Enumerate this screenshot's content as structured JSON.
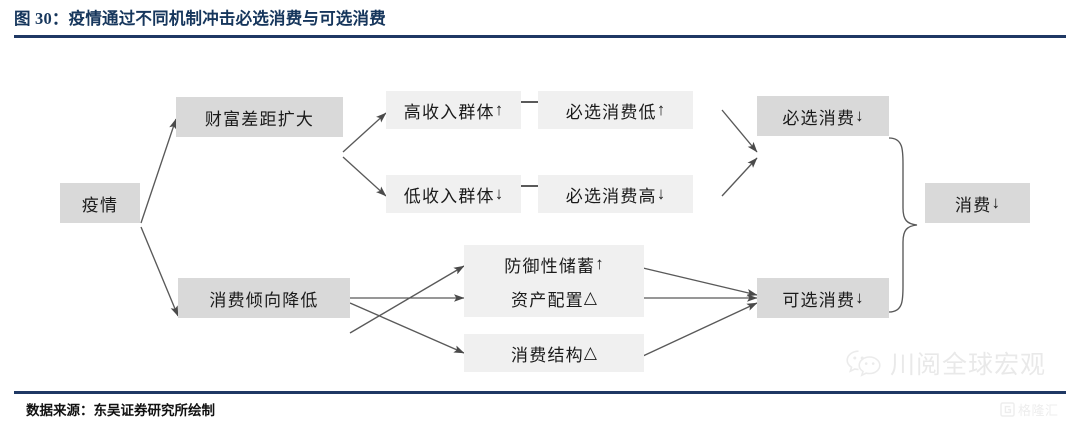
{
  "figure": {
    "title": "图 30：疫情通过不同机制冲击必选消费与可选消费",
    "source_note": "数据来源：东吴证券研究所绘制",
    "title_color": "#16365c",
    "rule_color": "#1f3864",
    "node_fill_dark": "#d9d9d9",
    "node_fill_light": "#f0f0f0",
    "edge_color": "#595959"
  },
  "nodes": {
    "epidemic": {
      "label": "疫情",
      "glyph": ""
    },
    "wealth_gap": {
      "label": "财富差距扩大",
      "glyph": ""
    },
    "high_income": {
      "label": "高收入群体",
      "glyph": "↑"
    },
    "low_income": {
      "label": "低收入群体",
      "glyph": "↓"
    },
    "essential_low": {
      "label": "必选消费低",
      "glyph": "↑"
    },
    "essential_high": {
      "label": "必选消费高",
      "glyph": "↓"
    },
    "essential_total": {
      "label": "必选消费",
      "glyph": "↓"
    },
    "propensity_down": {
      "label": "消费倾向降低",
      "glyph": ""
    },
    "precautionary_saving": {
      "label": "防御性储蓄",
      "glyph": "↑"
    },
    "asset_allocation": {
      "label": "资产配置",
      "glyph": "△"
    },
    "consumption_structure": {
      "label": "消费结构",
      "glyph": "△"
    },
    "discretionary_total": {
      "label": "可选消费",
      "glyph": "↓"
    },
    "consumption_total": {
      "label": "消费",
      "glyph": "↓"
    }
  },
  "watermarks": {
    "wechat_icon": "wechat-icon",
    "wechat_text": "川阅全球宏观",
    "brand_icon": "gelonghui-logo-icon",
    "brand_text": "格隆汇"
  }
}
